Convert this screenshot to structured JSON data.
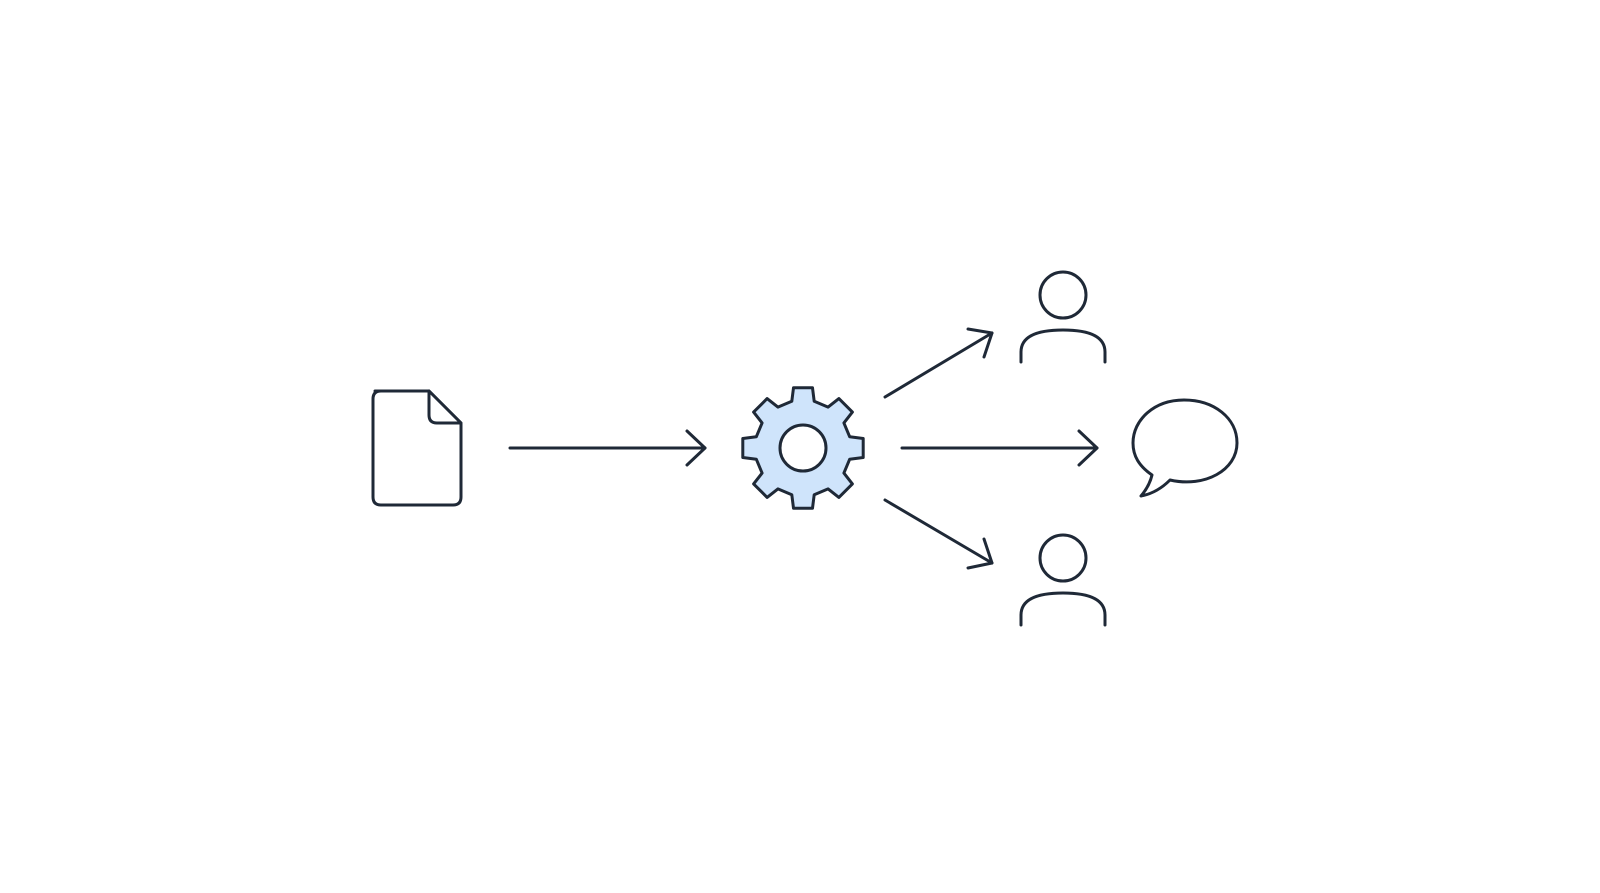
{
  "diagram": {
    "nodes": [
      {
        "id": "document",
        "icon": "document-icon"
      },
      {
        "id": "processor",
        "icon": "gear-icon"
      },
      {
        "id": "user-top",
        "icon": "user-icon"
      },
      {
        "id": "message",
        "icon": "speech-bubble-icon"
      },
      {
        "id": "user-bottom",
        "icon": "user-icon"
      }
    ],
    "edges": [
      {
        "from": "document",
        "to": "processor"
      },
      {
        "from": "processor",
        "to": "user-top"
      },
      {
        "from": "processor",
        "to": "message"
      },
      {
        "from": "processor",
        "to": "user-bottom"
      }
    ]
  },
  "colors": {
    "stroke": "#1f2937",
    "gear_fill": "#cfe4fb",
    "background": "#ffffff"
  }
}
